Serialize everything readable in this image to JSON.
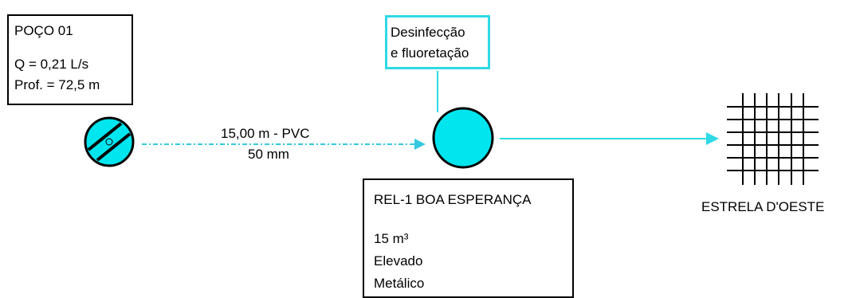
{
  "colors": {
    "cyan_fill": "#00e5ee",
    "cyan_line": "#2fd9e6",
    "pipe_dashed": "#35c9e0",
    "stroke": "#000000"
  },
  "well": {
    "title": "POÇO 01",
    "flow": "Q = 0,21 L/s",
    "depth": "Prof. = 72,5 m"
  },
  "pipe": {
    "length_material": "15,00 m - PVC",
    "diameter": "50 mm"
  },
  "treatment": {
    "line1": "Desinfecção",
    "line2": "e fluoretação"
  },
  "reservoir": {
    "name": "REL-1 BOA ESPERANÇA",
    "volume": "15 m³",
    "type": "Elevado",
    "material": "Metálico"
  },
  "destination": {
    "name": "ESTRELA D'OESTE"
  }
}
